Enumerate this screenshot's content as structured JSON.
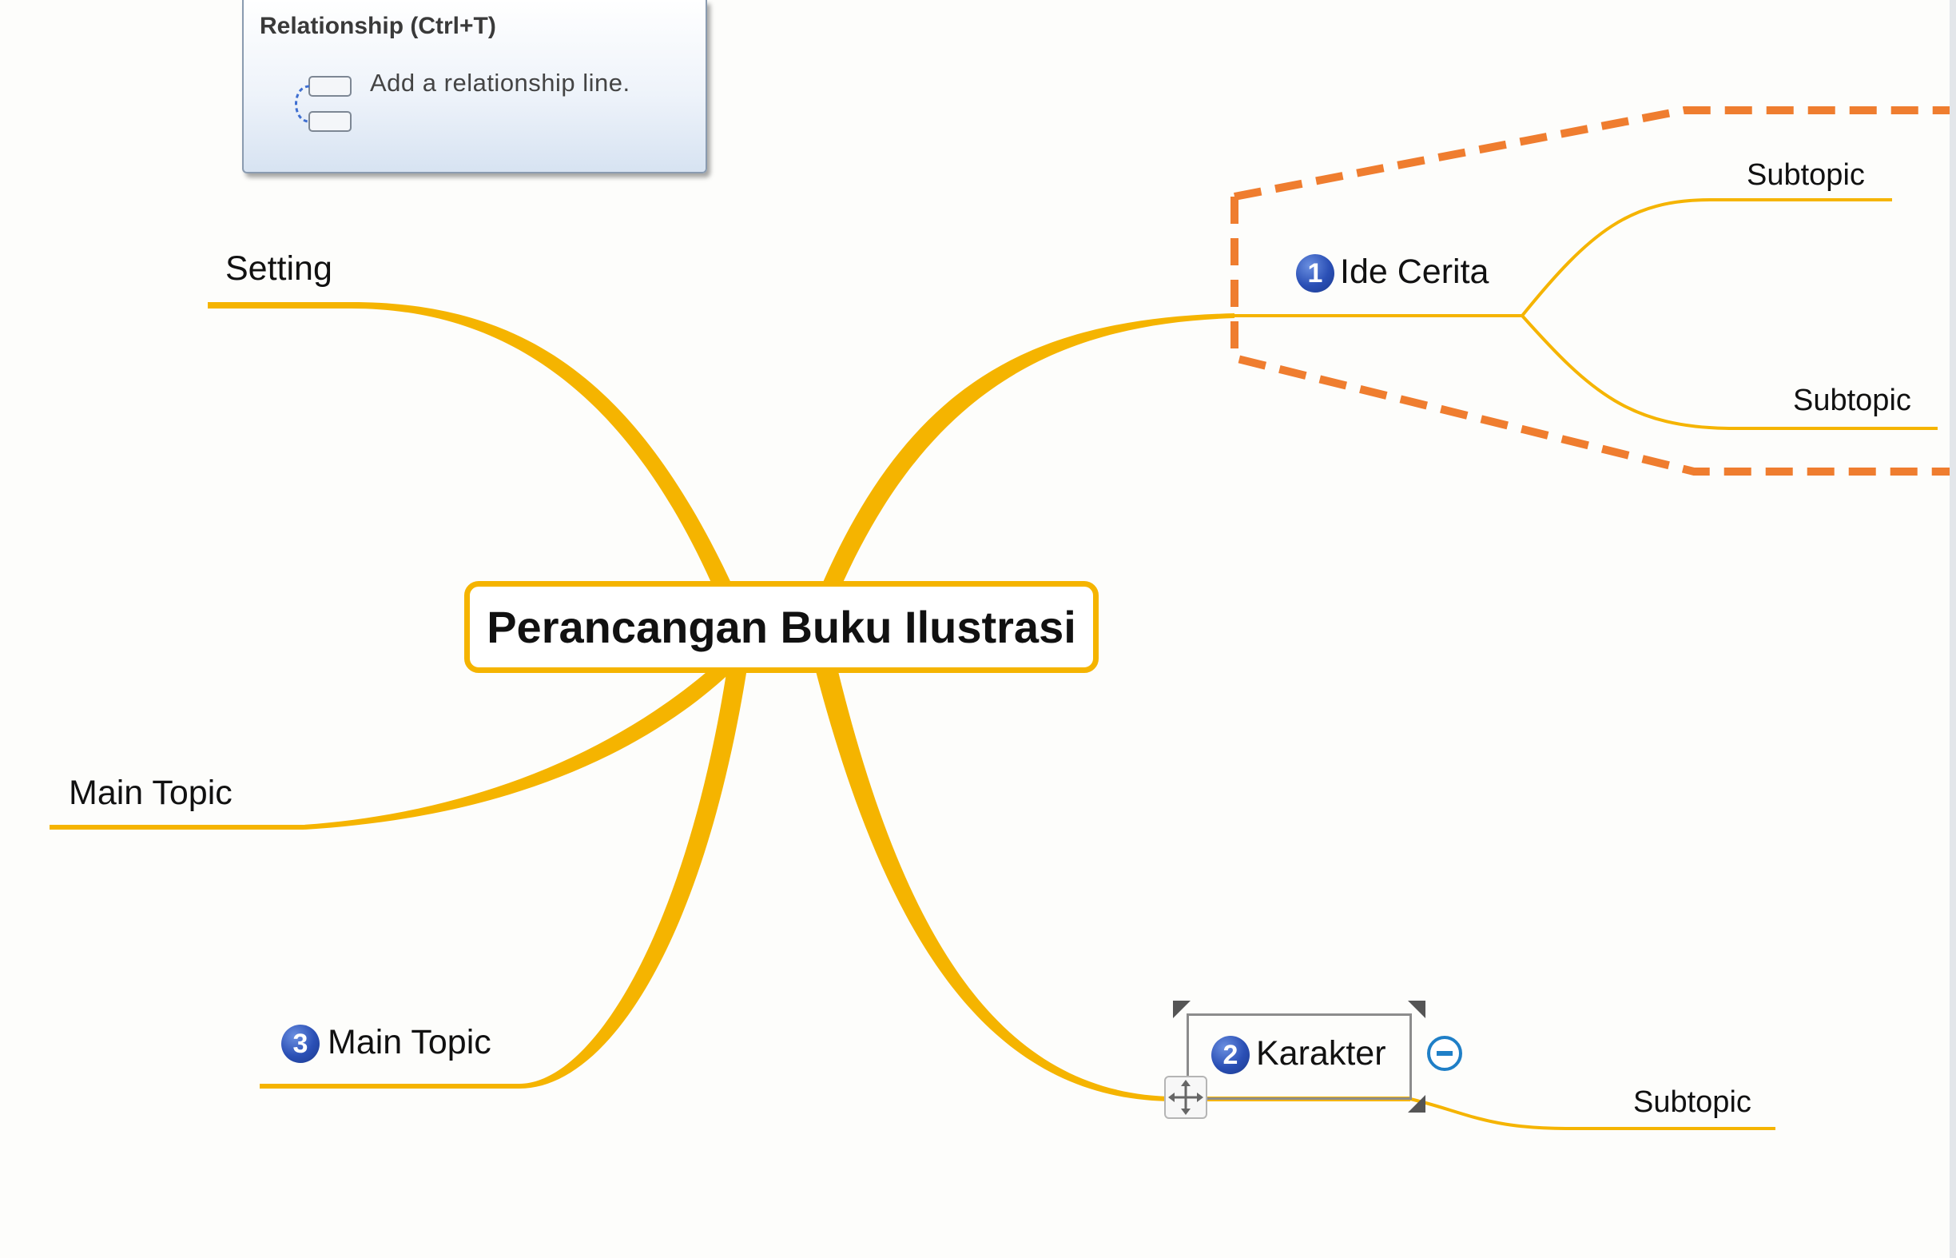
{
  "tooltip": {
    "title": "Relationship (Ctrl+T)",
    "description": "Add a relationship line.",
    "icon": "relationship-icon"
  },
  "central_topic": {
    "label": "Perancangan Buku Ilustrasi"
  },
  "topics": {
    "setting": {
      "label": "Setting"
    },
    "ide_cerita": {
      "label": "Ide Cerita",
      "priority": "1"
    },
    "main_topic_left": {
      "label": "Main Topic"
    },
    "main_topic_bottom": {
      "label": "Main Topic",
      "priority": "3"
    },
    "karakter": {
      "label": "Karakter",
      "priority": "2"
    }
  },
  "subtopics": {
    "ide_1": {
      "label": "Subtopic"
    },
    "ide_2": {
      "label": "Subtopic"
    },
    "karakter_1": {
      "label": "Subtopic"
    }
  },
  "colors": {
    "branch": "#f5b400",
    "boundary": "#ef7d2f",
    "priority_badge": "#2a4fb5",
    "collapse_button": "#1f7fc7"
  },
  "icons": {
    "collapse": "collapse-minus-icon",
    "move": "move-handle-icon"
  }
}
